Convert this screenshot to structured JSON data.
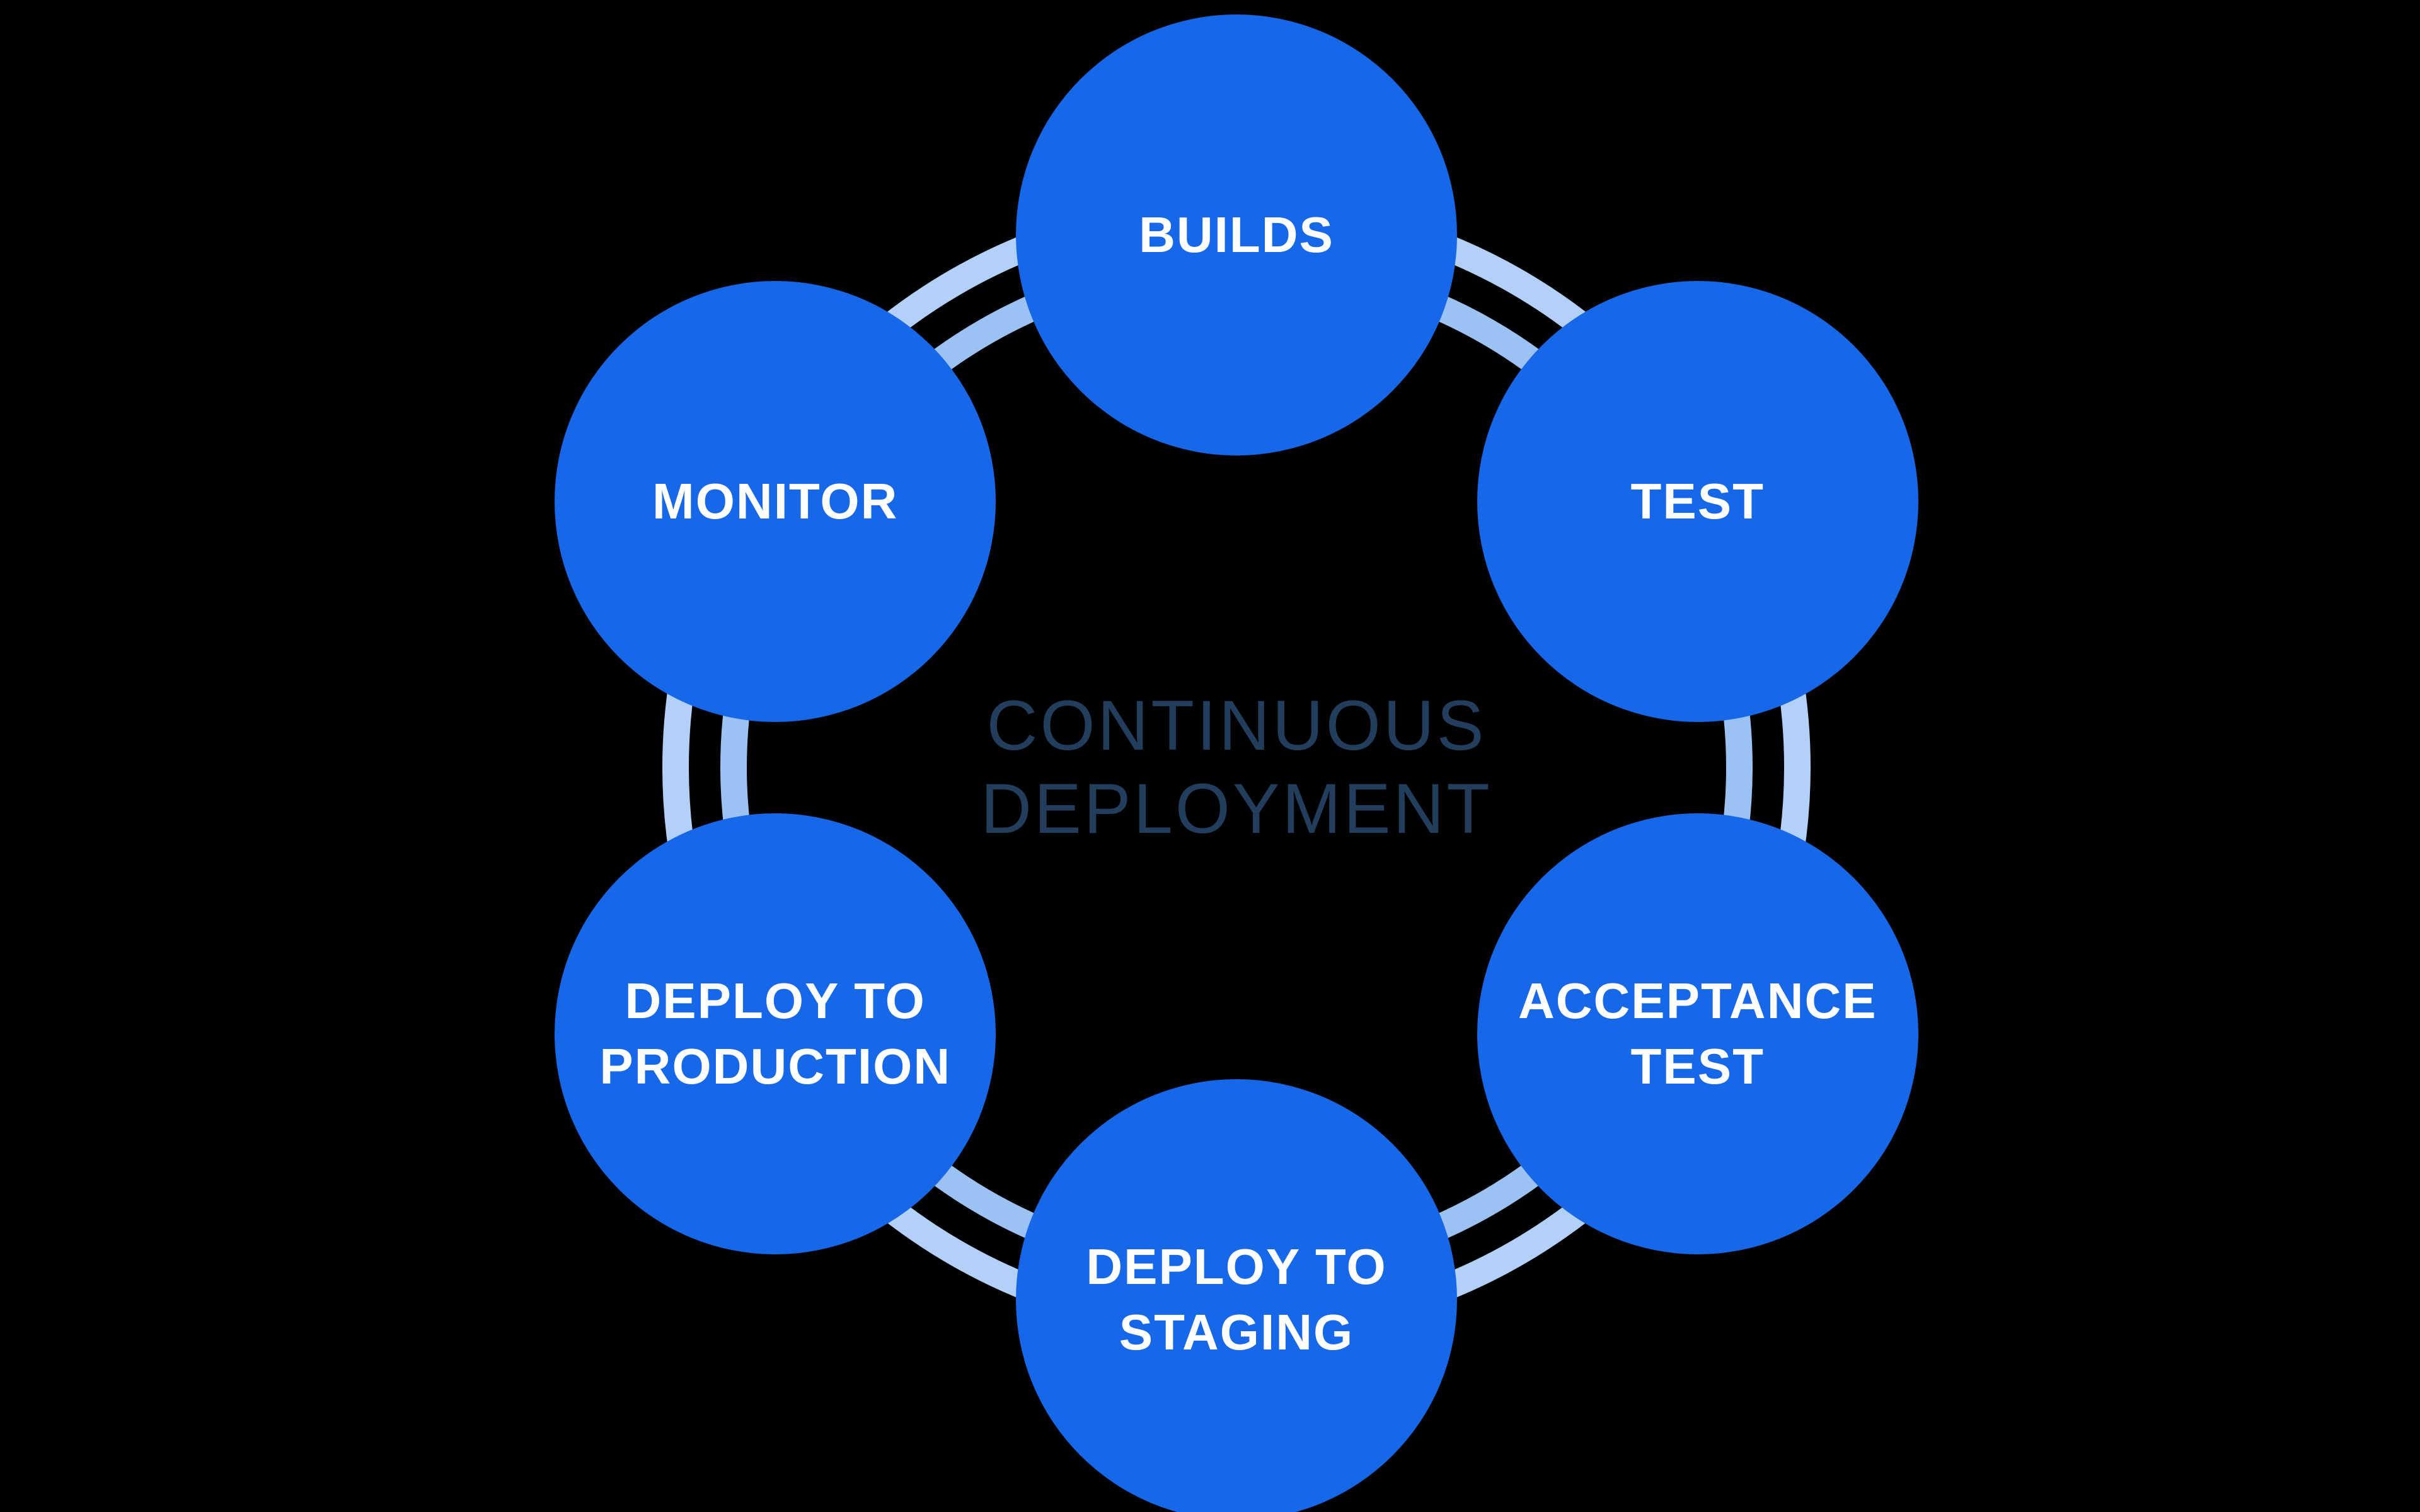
{
  "diagram": {
    "title_line1": "CONTINUOUS",
    "title_line2": "DEPLOYMENT",
    "nodes": [
      {
        "id": "builds",
        "label": "BUILDS"
      },
      {
        "id": "test",
        "label": "TEST"
      },
      {
        "id": "acceptance-test",
        "label": "ACCEPTANCE\nTEST"
      },
      {
        "id": "deploy-to-staging",
        "label": "DEPLOY TO\nSTAGING"
      },
      {
        "id": "deploy-to-production",
        "label": "DEPLOY TO\nPRODUCTION"
      },
      {
        "id": "monitor",
        "label": "MONITOR"
      }
    ],
    "colors": {
      "background": "#000000",
      "node": "#1768e9",
      "label": "#ffffff",
      "title": "#223e5c",
      "ring_outer": "#b3d0f8",
      "ring_inner": "#9cc2f4"
    }
  }
}
